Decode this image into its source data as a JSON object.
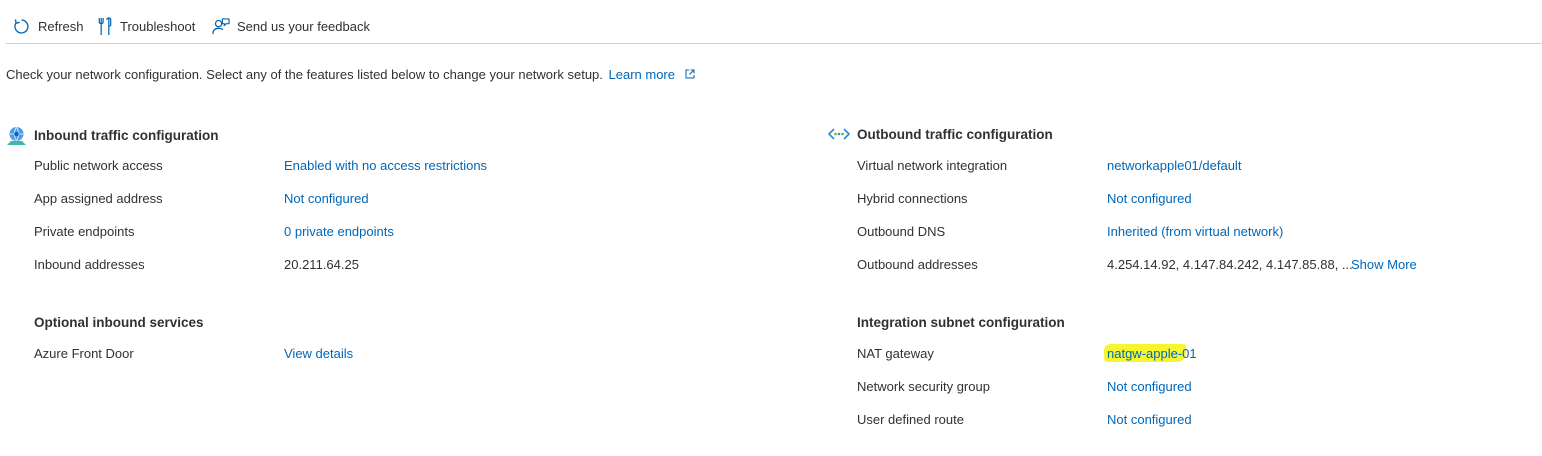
{
  "toolbar": {
    "refresh_label": "Refresh",
    "troubleshoot_label": "Troubleshoot",
    "feedback_label": "Send us your feedback"
  },
  "intro": {
    "text": "Check your network configuration. Select any of the features listed below to change your network setup.",
    "learn_more": "Learn more"
  },
  "inbound": {
    "title": "Inbound traffic configuration",
    "rows": [
      {
        "label": "Public network access",
        "value": "Enabled with no access restrictions"
      },
      {
        "label": "App assigned address",
        "value": "Not configured"
      },
      {
        "label": "Private endpoints",
        "value": "0 private endpoints"
      },
      {
        "label": "Inbound addresses",
        "value": "20.211.64.25"
      }
    ]
  },
  "optional_inbound": {
    "title": "Optional inbound services",
    "rows": [
      {
        "label": "Azure Front Door",
        "value": "View details"
      }
    ]
  },
  "outbound": {
    "title": "Outbound traffic configuration",
    "rows": [
      {
        "label": "Virtual network integration",
        "value": "networkapple01/default"
      },
      {
        "label": "Hybrid connections",
        "value": "Not configured"
      },
      {
        "label": "Outbound DNS",
        "value": "Inherited (from virtual network)"
      },
      {
        "label": "Outbound addresses",
        "value": "4.254.14.92, 4.147.84.242, 4.147.85.88, ...",
        "action": "Show More"
      }
    ]
  },
  "subnet": {
    "title": "Integration subnet configuration",
    "rows": [
      {
        "label": "NAT gateway",
        "value": "natgw-apple-01"
      },
      {
        "label": "Network security group",
        "value": "Not configured"
      },
      {
        "label": "User defined route",
        "value": "Not configured"
      }
    ]
  },
  "colors": {
    "link": "#0067b8",
    "text": "#323130",
    "highlight": "#f4f40a",
    "divider": "#d2d0ce"
  },
  "icons": {
    "refresh": "refresh-icon",
    "troubleshoot": "troubleshoot-icon",
    "feedback": "feedback-icon",
    "external": "external-link-icon",
    "inbound": "inbound-globe-icon",
    "outbound": "outbound-arrows-icon"
  }
}
